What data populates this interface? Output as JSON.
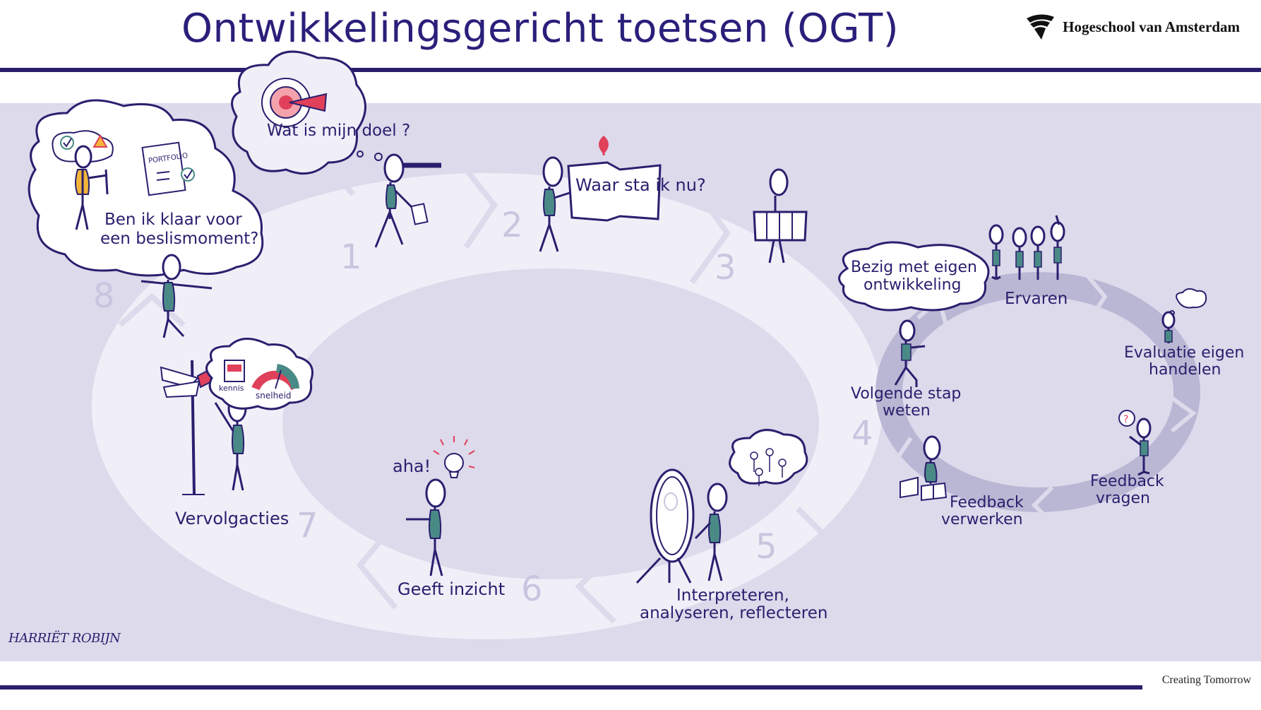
{
  "header": {
    "title": "Ontwikkelingsgericht toetsen (OGT)",
    "logo_text": "Hogeschool van Amsterdam"
  },
  "footer": {
    "tagline": "Creating Tomorrow",
    "signature": "HARRIËT ROBIJN"
  },
  "steps": [
    {
      "number": "1",
      "bubble": "Wat is mijn doel ?"
    },
    {
      "number": "2",
      "sign": "Waar sta ik nu?"
    },
    {
      "number": "3"
    },
    {
      "number": "4",
      "bubble": "Bezig met eigen ontwikkeling"
    },
    {
      "number": "5",
      "label": "Interpreteren, analyseren, reflecteren"
    },
    {
      "number": "6",
      "label": "Geeft inzicht",
      "exclaim": "aha!"
    },
    {
      "number": "7",
      "label": "Vervolgacties",
      "gauge_left": "kennis",
      "gauge_right": "snelheid"
    },
    {
      "number": "8",
      "bubble": "Ben ik klaar voor een beslismoment?",
      "document": "PORTFOLIO"
    }
  ],
  "cycle": [
    "Ervaren",
    "Evaluatie eigen handelen",
    "Feedback vragen",
    "Feedback verwerken",
    "Volgende stap weten"
  ],
  "colors": {
    "primary": "#2a1f6e",
    "background": "#dcdaeb",
    "track": "#f0eff8",
    "cycle_ring": "#b9b7d3",
    "teal": "#4a8a86",
    "accent_red": "#e0405a",
    "accent_yellow": "#f2b53a"
  }
}
